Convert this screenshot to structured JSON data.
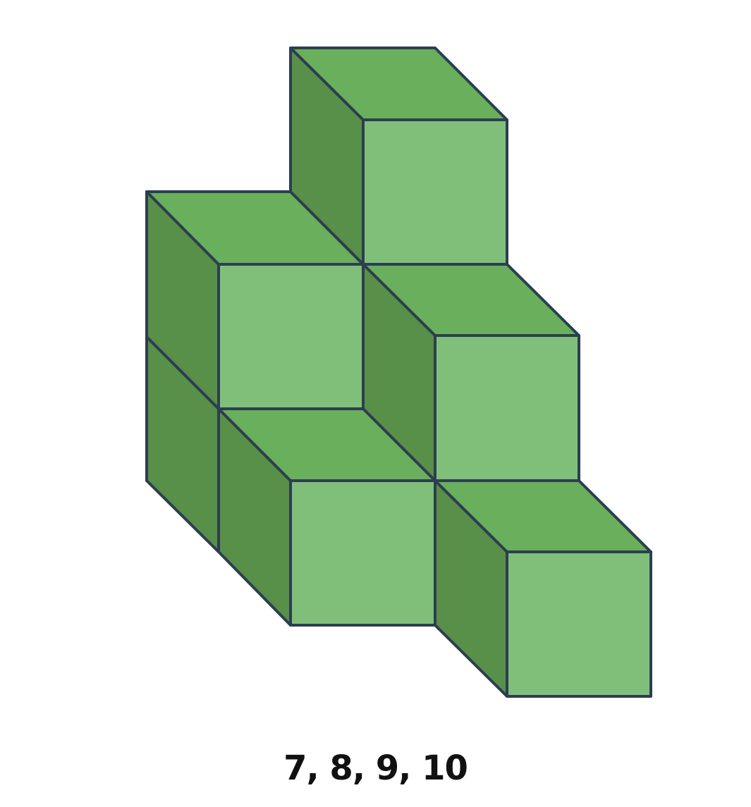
{
  "figure": {
    "description_icon": "isometric-cube-stack-icon",
    "colors": {
      "front_face": "#80BF79",
      "top_face": "#6AAF5B",
      "side_face": "#588F49",
      "edge": "#2C3E50"
    },
    "cubes": [
      {
        "col": 1,
        "row": 0,
        "depth": 1
      },
      {
        "col": 1,
        "row": 1,
        "depth": 1
      },
      {
        "col": 3,
        "row": 0,
        "depth": 1
      },
      {
        "col": 2,
        "row": 1,
        "depth": 0
      },
      {
        "col": 2,
        "row": 3,
        "depth": 1
      },
      {
        "col": 2,
        "row": 0,
        "depth": 0
      },
      {
        "col": 3,
        "row": 1,
        "depth": 0
      },
      {
        "col": 4,
        "row": 0,
        "depth": 0
      }
    ]
  },
  "answer_options": "7, 8, 9, 10"
}
